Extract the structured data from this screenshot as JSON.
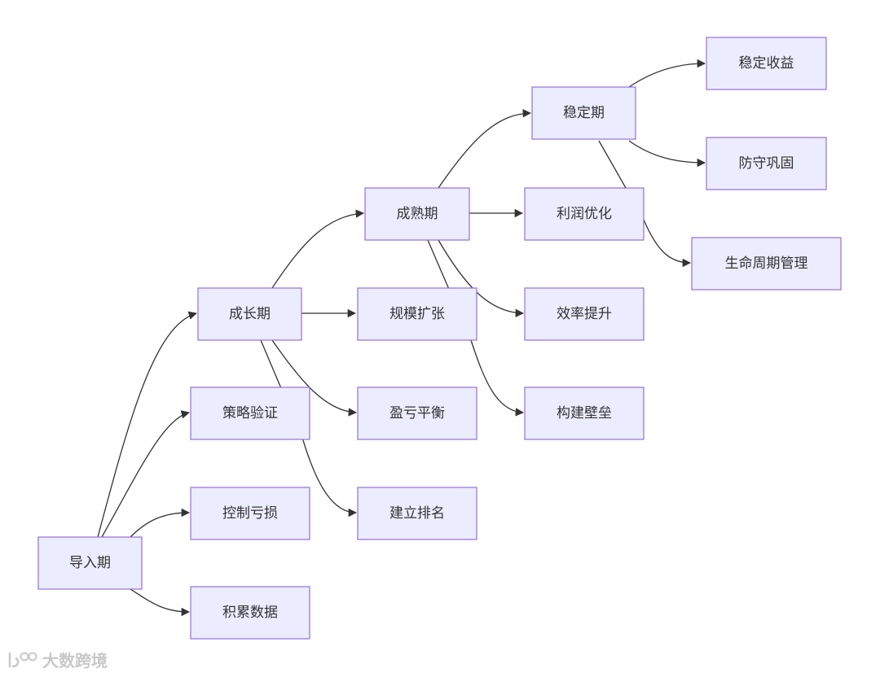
{
  "nodes": {
    "intro": "导入期",
    "growth": "成长期",
    "strategy": "策略验证",
    "control": "控制亏损",
    "accumulate": "积累数据",
    "mature": "成熟期",
    "expand": "规模扩张",
    "breakeven": "盈亏平衡",
    "ranking": "建立排名",
    "stable": "稳定期",
    "profit": "利润优化",
    "efficiency": "效率提升",
    "barrier": "构建壁垒",
    "income": "稳定收益",
    "defense": "防守巩固",
    "lifecycle": "生命周期管理"
  },
  "edges": [
    [
      "intro",
      "growth"
    ],
    [
      "intro",
      "strategy"
    ],
    [
      "intro",
      "control"
    ],
    [
      "intro",
      "accumulate"
    ],
    [
      "growth",
      "mature"
    ],
    [
      "growth",
      "expand"
    ],
    [
      "growth",
      "breakeven"
    ],
    [
      "growth",
      "ranking"
    ],
    [
      "mature",
      "stable"
    ],
    [
      "mature",
      "profit"
    ],
    [
      "mature",
      "efficiency"
    ],
    [
      "mature",
      "barrier"
    ],
    [
      "stable",
      "income"
    ],
    [
      "stable",
      "defense"
    ],
    [
      "stable",
      "lifecycle"
    ]
  ],
  "watermark": "大数跨境"
}
